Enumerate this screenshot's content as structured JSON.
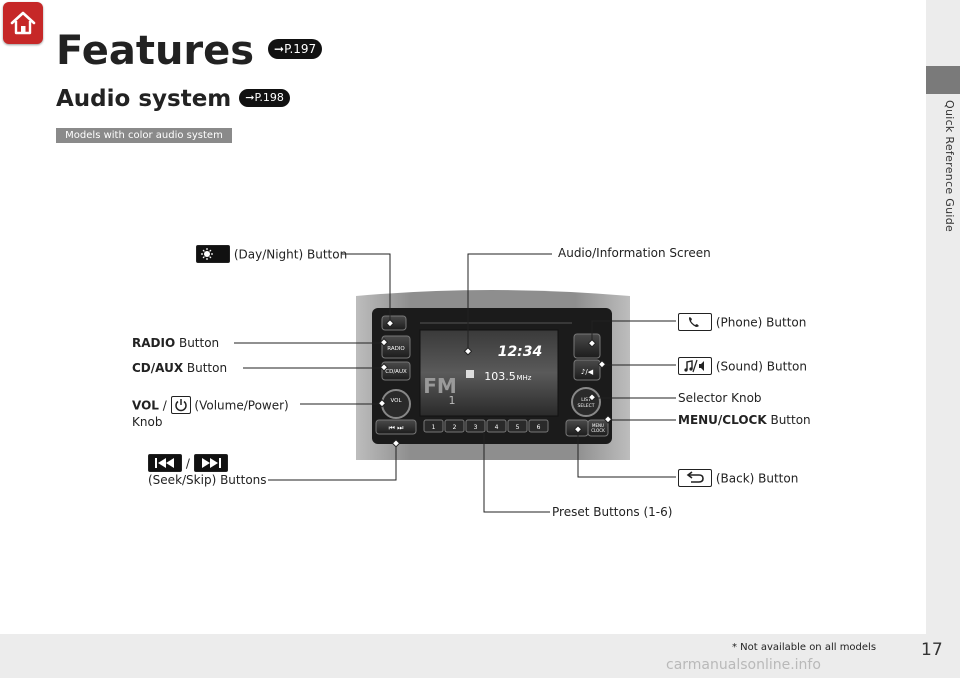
{
  "sidebar": {
    "label": "Quick Reference Guide"
  },
  "page": {
    "title": "Features",
    "title_ref": "P.197",
    "subtitle": "Audio system",
    "subtitle_ref": "P.198",
    "model_badge": "Models with color audio system",
    "page_number": "17",
    "footnote": "* Not available on all models",
    "watermark": "carmanualsonline.info"
  },
  "unit": {
    "time": "12:34",
    "frequency": "103.5",
    "freq_unit": "MHz",
    "band": "FM",
    "band_num": "1",
    "radio_label": "RADIO",
    "cdaux_label": "CD/AUX",
    "vol_label": "VOL",
    "list_label": "LIST\nSELECT",
    "menu_label": "MENU\nCLOCK",
    "presets": [
      "1",
      "2",
      "3",
      "4",
      "5",
      "6"
    ]
  },
  "callouts": {
    "day_night": "(Day/Night) Button",
    "screen": "Audio/Information Screen",
    "phone": "(Phone) Button",
    "radio_bold": "RADIO",
    "radio_rest": " Button",
    "cdaux_bold": "CD/AUX",
    "cdaux_rest": " Button",
    "sound": "(Sound) Button",
    "vol_bold": "VOL",
    "vol_slash": " / ",
    "vol_rest": " (Volume/Power)",
    "vol_knob": "Knob",
    "selector": "Selector Knob",
    "menu_bold": "MENU/CLOCK",
    "menu_rest": " Button",
    "seek_slash": "/",
    "seek_rest": "(Seek/Skip) Buttons",
    "back": "(Back) Button",
    "preset": "Preset Buttons (1-6)"
  },
  "colors": {
    "home": "#c62828",
    "badge": "#8a8a8a",
    "sidebar_tab": "#7a7a7a"
  }
}
